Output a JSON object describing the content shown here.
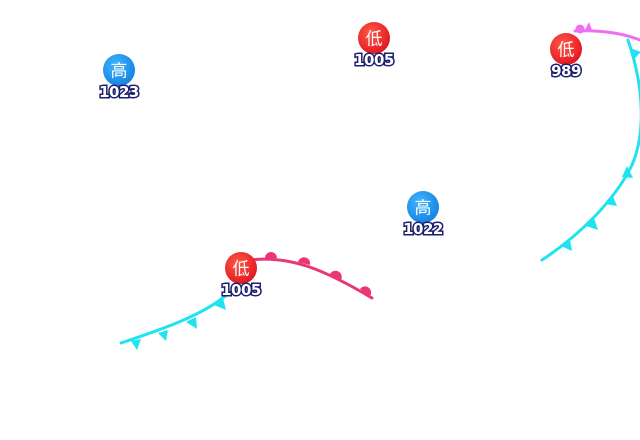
{
  "legend": {
    "high_label": "高",
    "low_label": "低"
  },
  "colors": {
    "high_center": "#1e90f0",
    "low_center": "#ef2b2d",
    "cold_front": "#1fe3f0",
    "warm_front": "#ec3577",
    "occluded_front": "#f06ff0",
    "value_text": "#ffffff",
    "value_outline": "#1a1f6e"
  },
  "pressure_centers": [
    {
      "kind": "high",
      "symbol": "高",
      "pressure": "1023"
    },
    {
      "kind": "low",
      "symbol": "低",
      "pressure": "1005"
    },
    {
      "kind": "low",
      "symbol": "低",
      "pressure": "989"
    },
    {
      "kind": "high",
      "symbol": "高",
      "pressure": "1022"
    },
    {
      "kind": "low",
      "symbol": "低",
      "pressure": "1005"
    }
  ],
  "fronts": [
    {
      "type": "cold"
    },
    {
      "type": "warm"
    },
    {
      "type": "occluded"
    },
    {
      "type": "cold"
    }
  ]
}
